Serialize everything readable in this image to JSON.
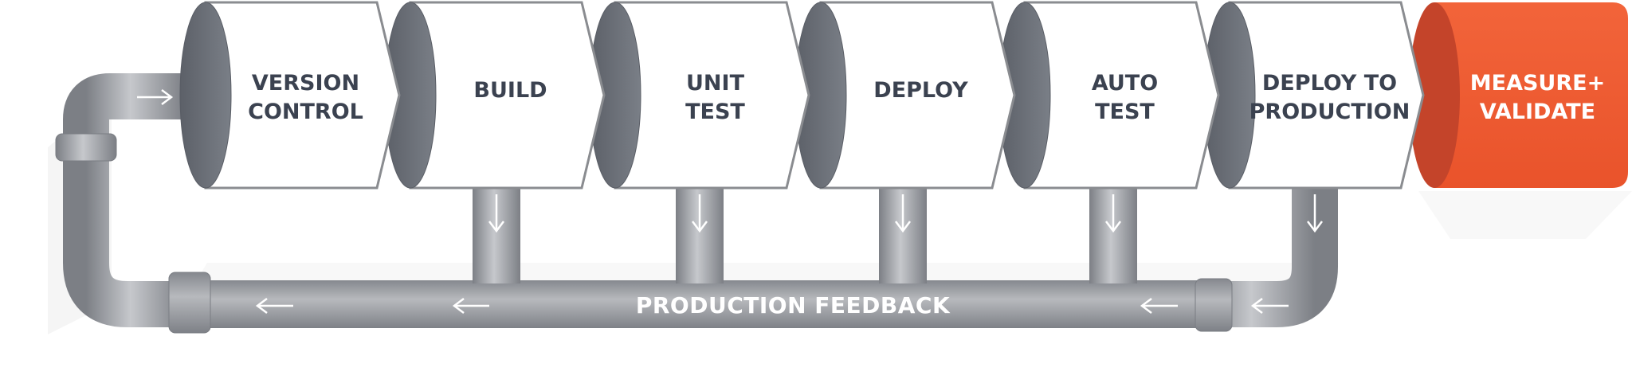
{
  "diagram": {
    "stages": [
      {
        "lines": [
          "VERSION",
          "CONTROL"
        ]
      },
      {
        "lines": [
          "BUILD"
        ]
      },
      {
        "lines": [
          "UNIT",
          "TEST"
        ]
      },
      {
        "lines": [
          "DEPLOY"
        ]
      },
      {
        "lines": [
          "AUTO",
          "TEST"
        ]
      },
      {
        "lines": [
          "DEPLOY TO",
          "PRODUCTION"
        ]
      },
      {
        "lines": [
          "MEASURE+",
          "VALIDATE"
        ]
      }
    ],
    "feedback_label": "PRODUCTION FEEDBACK",
    "colors": {
      "pipe": "#a3a5aa",
      "stage_face": "#ffffff",
      "stage_outline": "#8a8c90",
      "stage_rim": "#6e737b",
      "final_stage": "#ee5a2f",
      "final_rim": "#c4442a",
      "stage_text": "#3b4250",
      "arrow": "#ffffff"
    }
  }
}
